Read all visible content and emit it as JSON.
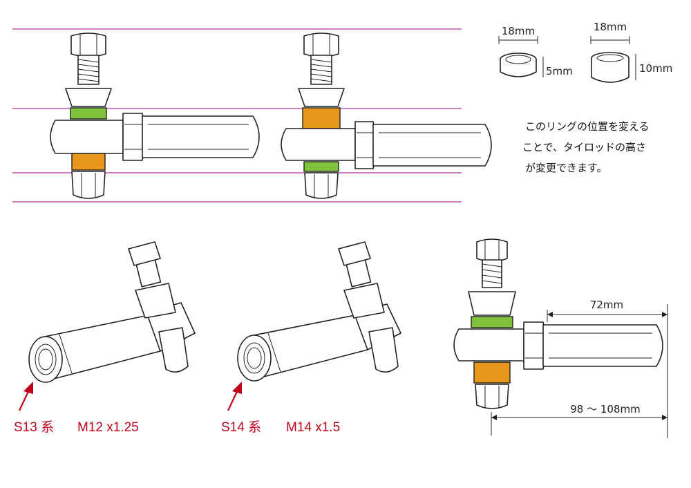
{
  "colors": {
    "green_ring": "#7fc33a",
    "orange_ring": "#e8961e",
    "guide_line": "#b0359a",
    "red_label": "#c0001a",
    "outline": "#222222"
  },
  "rings": {
    "thin_ring": {
      "diameter": "18mm",
      "height": "5mm"
    },
    "thick_ring": {
      "diameter": "18mm",
      "height": "10mm"
    }
  },
  "note": {
    "lines": [
      "このリングの位置を変える",
      "ことで、タイロッドの高さ",
      "が変更できます。"
    ]
  },
  "variants": [
    {
      "series": "S13 系",
      "thread": "M12 x1.25"
    },
    {
      "series": "S14 系",
      "thread": "M14 x1.5"
    }
  ],
  "dimensions": {
    "sleeve_length": "72mm",
    "total_length": "98 ～ 108mm"
  }
}
